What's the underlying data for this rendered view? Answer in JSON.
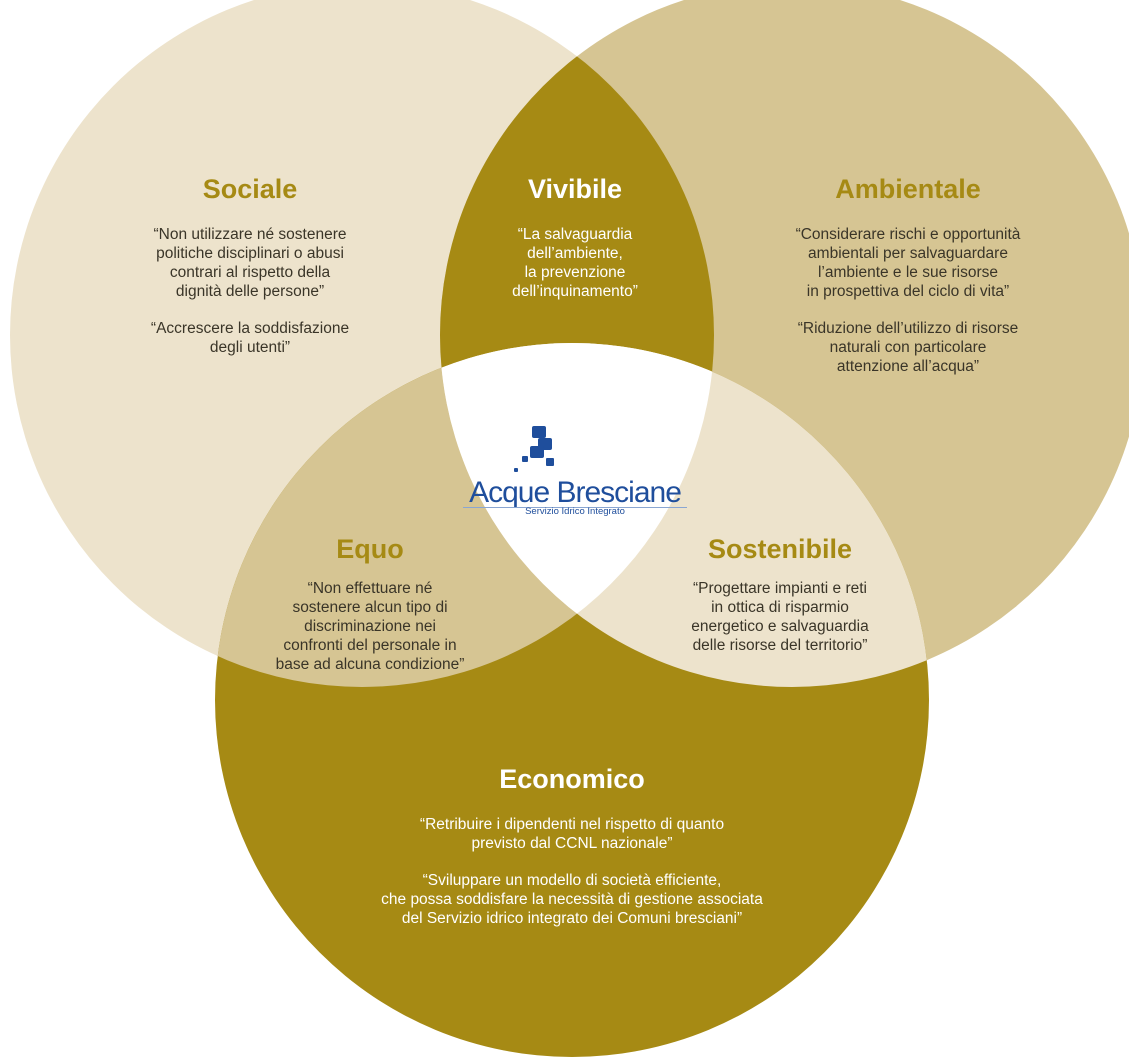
{
  "colors": {
    "sociale": "#ede3cc",
    "ambientale": "#d6c593",
    "economico": "#a68a14",
    "vivibile": "#a68a14",
    "equo": "#d6c593",
    "sostenibile": "#ede3cc",
    "center": "#ffffff",
    "logo_blue": "#1f4e9c",
    "heading_gold": "#a68a14"
  },
  "sociale": {
    "title": "Sociale",
    "quote1": "“Non utilizzare né sostenere\npolitiche disciplinari o abusi\ncontrari al rispetto della\ndignità delle persone”",
    "quote2": "“Accrescere la soddisfazione\ndegli utenti”"
  },
  "vivibile": {
    "title": "Vivibile",
    "quote1": "“La salvaguardia\ndell’ambiente,\nla prevenzione\ndell’inquinamento”"
  },
  "ambientale": {
    "title": "Ambientale",
    "quote1": "“Considerare rischi e opportunità\nambientali per salvaguardare\nl’ambiente e le sue risorse\nin prospettiva del ciclo di vita”",
    "quote2": "“Riduzione dell’utilizzo di risorse\nnaturali con particolare\nattenzione all’acqua”"
  },
  "equo": {
    "title": "Equo",
    "quote1": "“Non effettuare né\nsostenere alcun tipo di\ndiscriminazione nei\nconfronti del personale in\nbase ad alcuna condizione”"
  },
  "sostenibile": {
    "title": "Sostenibile",
    "quote1": "“Progettare impianti e reti\nin ottica di risparmio\nenergetico e salvaguardia\ndelle risorse del territorio”"
  },
  "economico": {
    "title": "Economico",
    "quote1": "“Retribuire i dipendenti nel rispetto di quanto\nprevisto dal CCNL nazionale”",
    "quote2": "“Sviluppare un modello di società efficiente,\nche possa soddisfare la necessità di gestione associata\ndel Servizio idrico integrato dei Comuni bresciani”"
  },
  "logo": {
    "name": "Acque Bresciane",
    "subtitle": "Servizio Idrico Integrato"
  }
}
